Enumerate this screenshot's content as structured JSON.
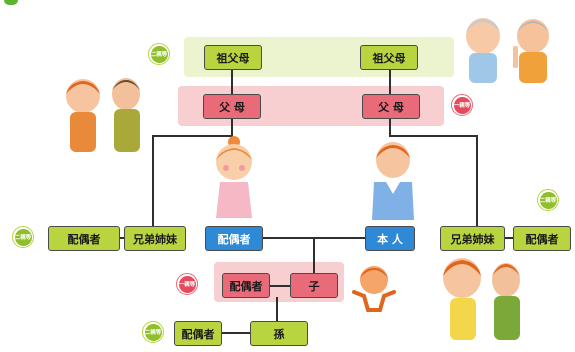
{
  "labels": {
    "grandparents": "祖父母",
    "parent": "父 母",
    "spouse": "配偶者",
    "self": "本 人",
    "siblings": "兄弟姉妹",
    "child": "子",
    "grandchild": "孫"
  },
  "badges": {
    "first_degree": "一親等",
    "second_degree": "二親等"
  },
  "colors": {
    "second_degree_box": "#b8d43f",
    "first_degree_box": "#e96a78",
    "self_box": "#2e8ad6",
    "second_degree_band": "#ecf3cf",
    "first_degree_band": "#f8cfd0"
  }
}
